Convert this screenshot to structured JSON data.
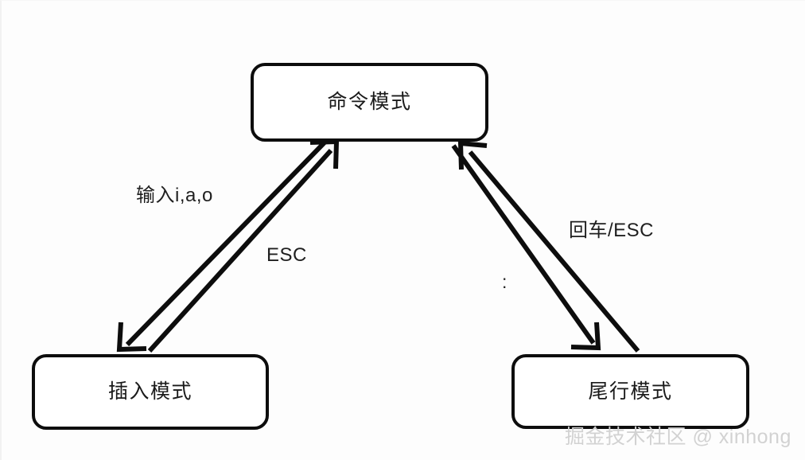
{
  "diagram": {
    "title": "Vim mode switching state diagram",
    "background_color": "#fdfdfd",
    "stroke_color": "#0d0d0d",
    "nodes": [
      {
        "id": "command",
        "label": "命令模式"
      },
      {
        "id": "insert",
        "label": "插入模式"
      },
      {
        "id": "lastline",
        "label": "尾行模式"
      }
    ],
    "edges": [
      {
        "id": "command-to-insert",
        "from": "命令模式",
        "to": "插入模式",
        "label": "输入i,a,o"
      },
      {
        "id": "insert-to-command",
        "from": "插入模式",
        "to": "命令模式",
        "label": "ESC"
      },
      {
        "id": "command-to-lastline",
        "from": "命令模式",
        "to": "尾行模式",
        "label": ":"
      },
      {
        "id": "lastline-to-command",
        "from": "尾行模式",
        "to": "命令模式",
        "label": "回车/ESC"
      }
    ]
  },
  "watermark": {
    "text": "掘金技术社区 @ xinhong",
    "color": "#d2d2d2"
  }
}
